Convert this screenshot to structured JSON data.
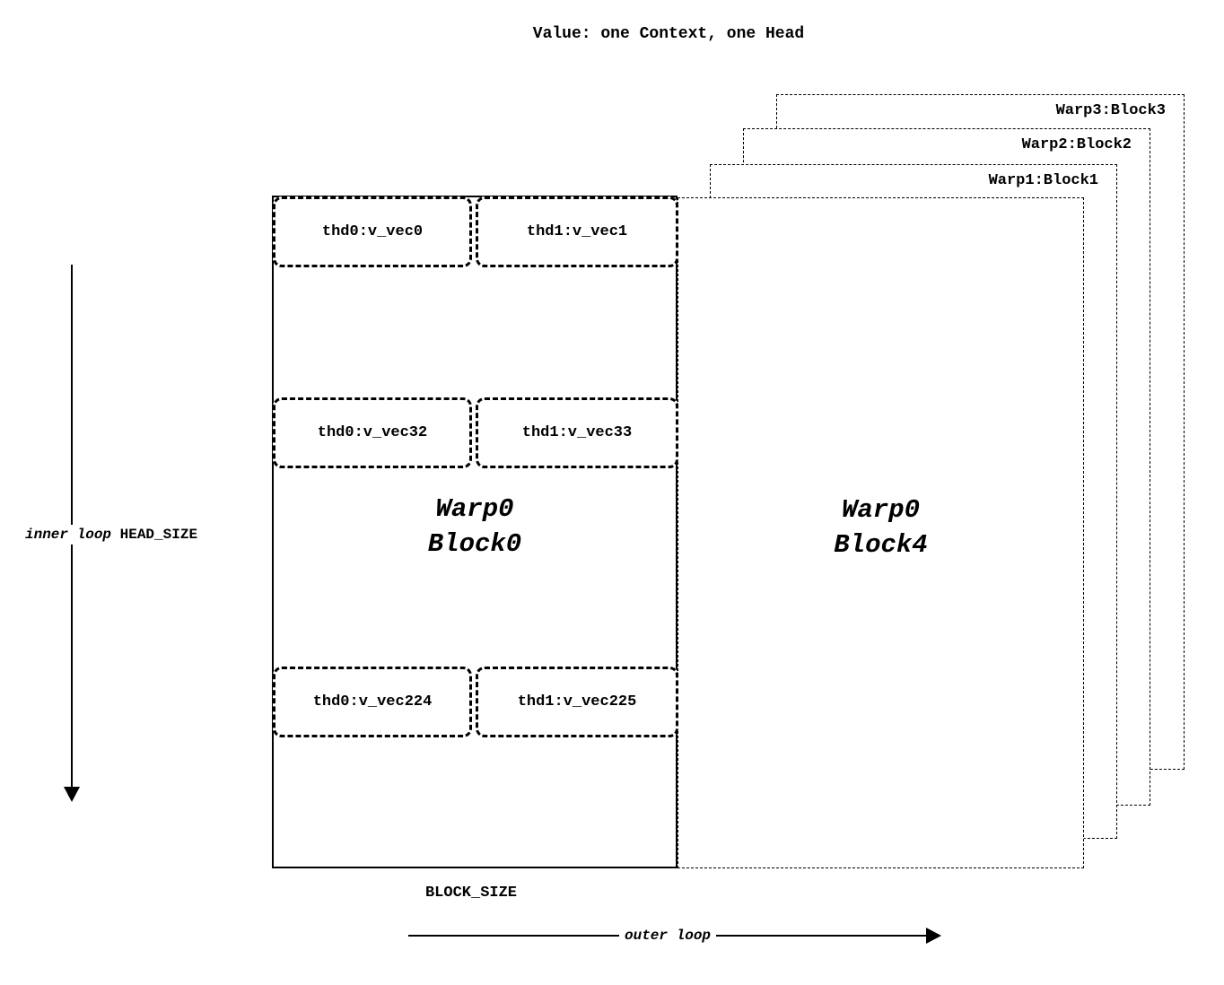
{
  "title": "Value: one Context, one Head",
  "back_blocks": [
    {
      "label": "Warp3:Block3"
    },
    {
      "label": "Warp2:Block2"
    },
    {
      "label": "Warp1:Block1"
    }
  ],
  "block0": {
    "title_line1": "Warp0",
    "title_line2": "Block0",
    "rows": [
      {
        "left": "thd0:v_vec0",
        "right": "thd1:v_vec1"
      },
      {
        "left": "thd0:v_vec32",
        "right": "thd1:v_vec33"
      },
      {
        "left": "thd0:v_vec224",
        "right": "thd1:v_vec225"
      }
    ]
  },
  "block4": {
    "title_line1": "Warp0",
    "title_line2": "Block4"
  },
  "labels": {
    "inner_loop": "inner loop",
    "head_size": "HEAD_SIZE",
    "block_size": "BLOCK_SIZE",
    "outer_loop": "outer loop"
  },
  "colors": {
    "line": "#000000",
    "background": "#ffffff"
  }
}
